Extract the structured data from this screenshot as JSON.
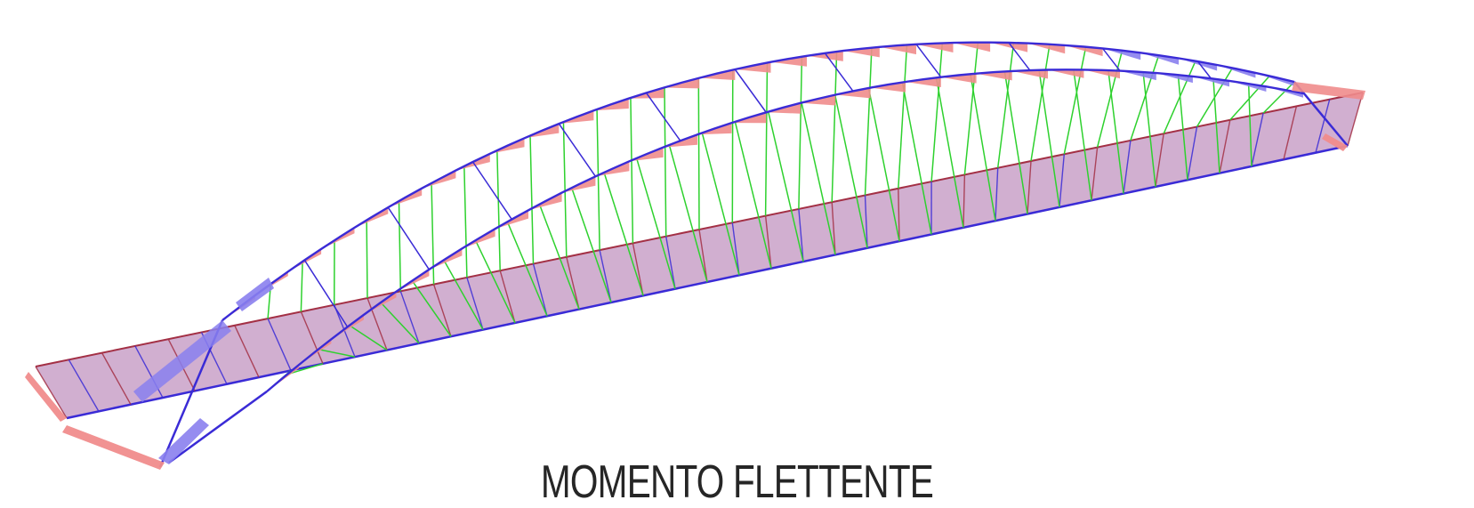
{
  "caption": "MOMENTO FLETTENTE",
  "colors": {
    "background": "#ffffff",
    "frame_members": "#3a2bd6",
    "deck_fill": "#c9a1c8",
    "moment_positive": "#f08c8c",
    "moment_negative": "#8a80ee",
    "hangers": "#2ed12e",
    "deck_edge": "#a33045"
  },
  "diagram": {
    "structure": "tied-arch bridge, 3D wireframe",
    "diagram_kind": "bending moment",
    "hanger_count": 40
  }
}
